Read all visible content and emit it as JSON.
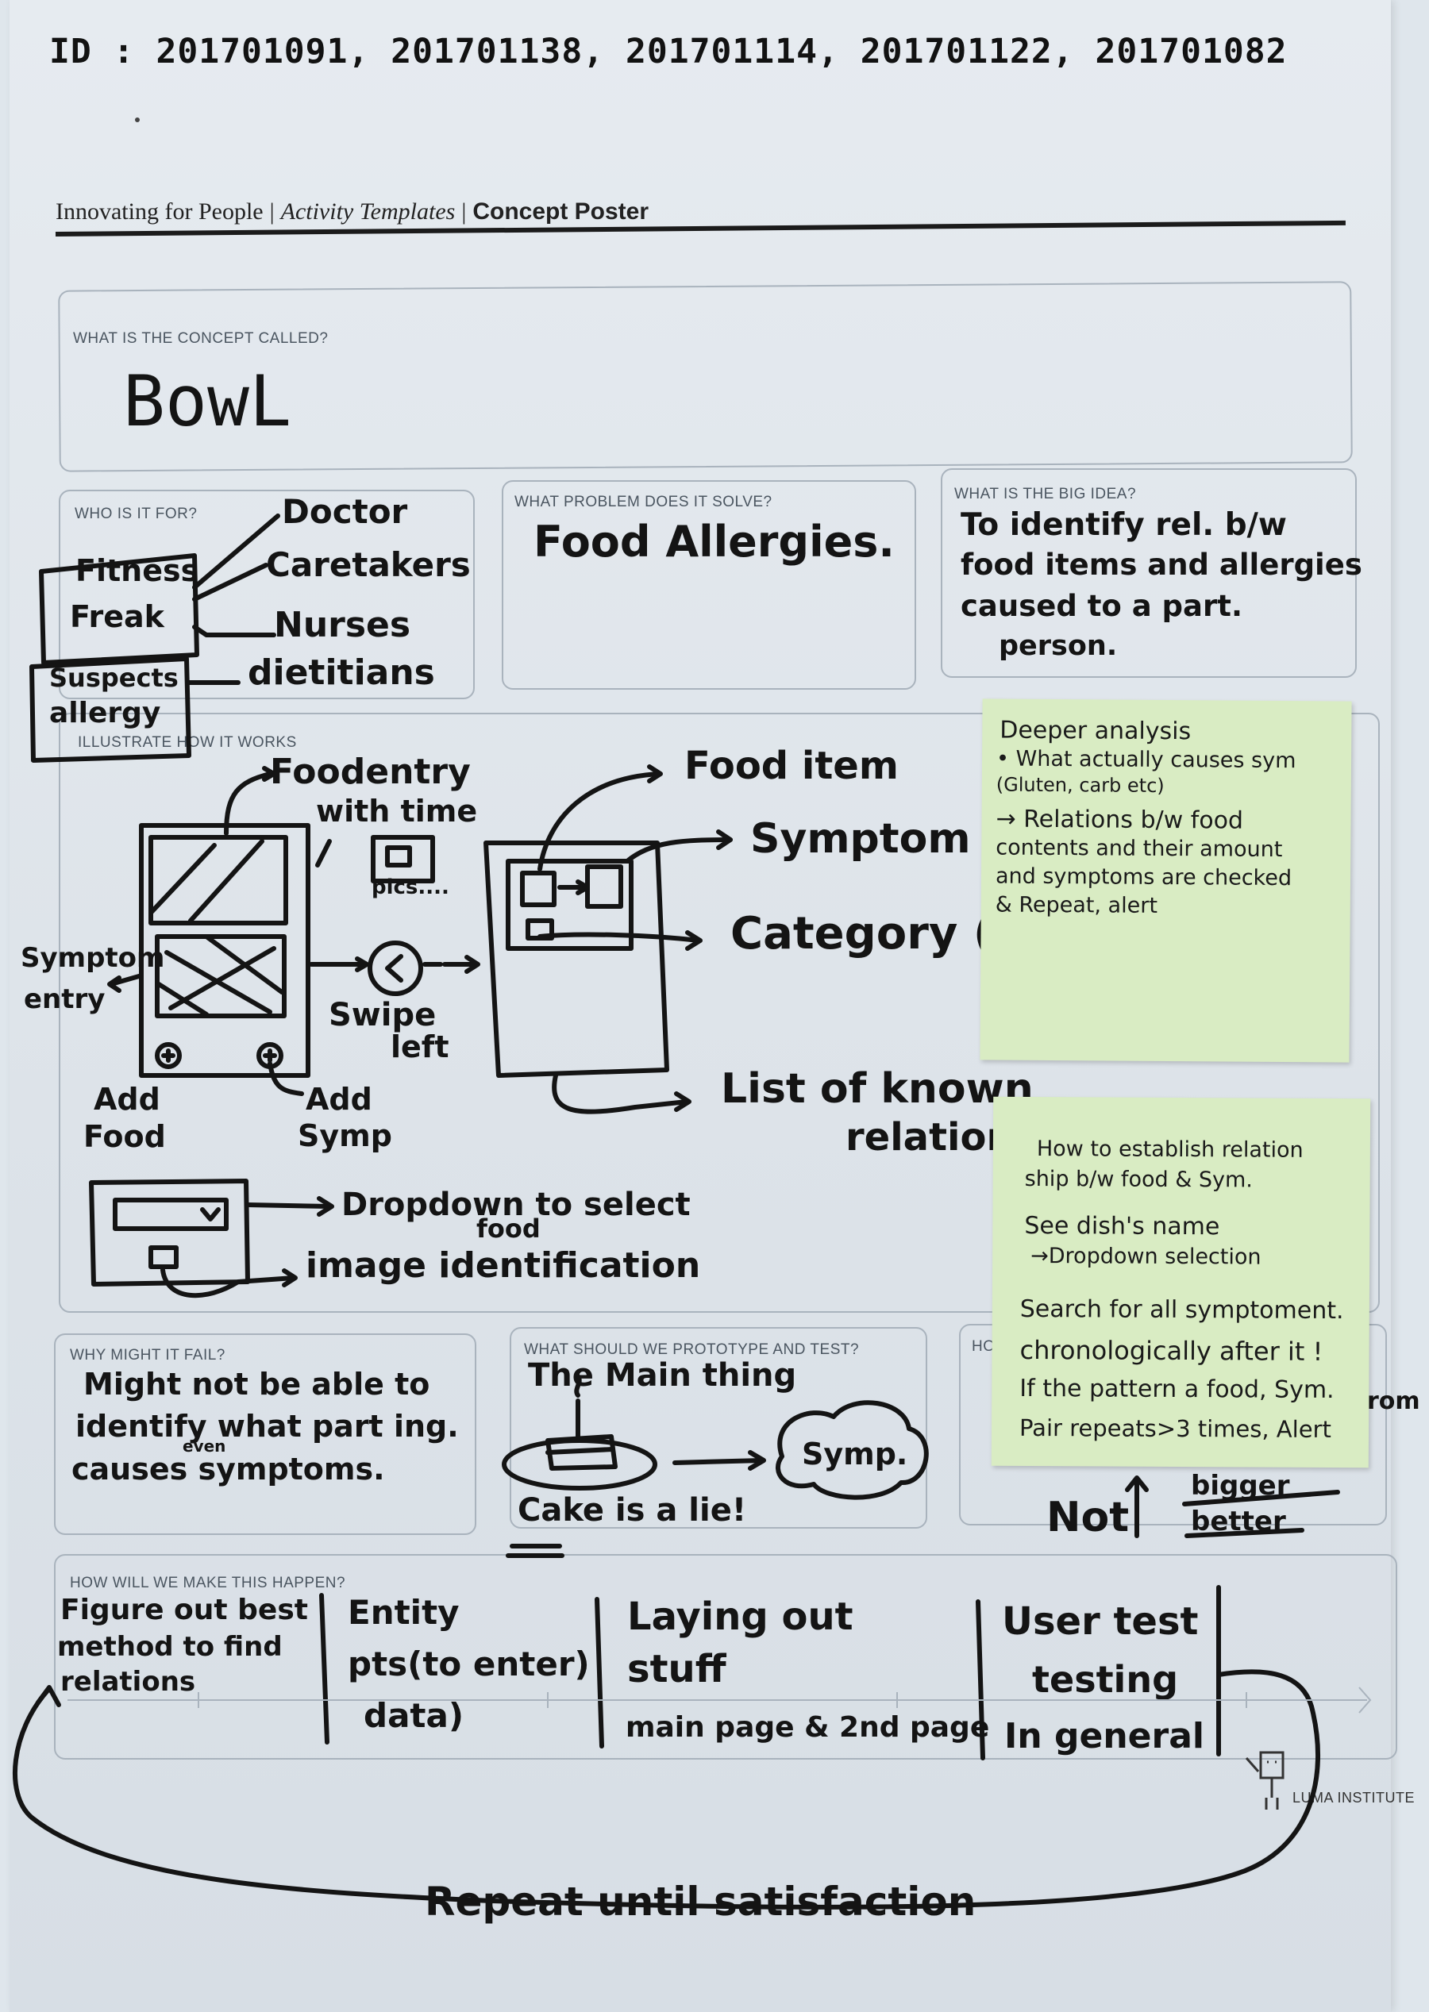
{
  "ids_line": "ID : 201701091, 201701138, 201701114, 201701122, 201701082",
  "header": {
    "part1": "Innovating for People",
    "part2": "Activity Templates",
    "part3": "Concept Poster"
  },
  "concept": {
    "label": "WHAT IS THE CONCEPT CALLED?",
    "name": "BowL"
  },
  "who": {
    "label": "WHO IS IT FOR?",
    "left": [
      "Fitness",
      "Freak",
      "Suspects",
      "allergy"
    ],
    "right": [
      "Doctor",
      "Caretakers",
      "Nurses",
      "dietitians"
    ]
  },
  "problem": {
    "label": "WHAT PROBLEM DOES IT SOLVE?",
    "text": "Food Allergies."
  },
  "idea": {
    "label": "WHAT IS THE BIG IDEA?",
    "lines": [
      "To identify rel. b/w",
      "food items and allergies",
      "caused to a part.",
      "person."
    ]
  },
  "illustrate": {
    "label": "ILLUSTRATE HOW IT WORKS",
    "food_entry": "Foodentry",
    "with_time": "with time",
    "pics": "pics....",
    "symptom_entry": [
      "Symptom",
      "entry"
    ],
    "swipe_left": [
      "Swipe",
      "left"
    ],
    "add_food": [
      "Add",
      "Food"
    ],
    "add_symp": [
      "Add",
      "Symp"
    ],
    "food_item": "Food item",
    "symptom": "Symptom",
    "category": "Category (?)",
    "list_known": [
      "List of known",
      "relations"
    ],
    "dropdown": "Dropdown to select",
    "food": "food",
    "image_id": "image identification"
  },
  "sticky1": {
    "lines": [
      "Deeper analysis",
      "• What actually causes sym",
      "  (Gluten, carb etc)",
      "→ Relations b/w food",
      "  contents and their amount",
      "  and symptoms are checked",
      "  & Repeat, alert"
    ]
  },
  "sticky2": {
    "lines": [
      "How to establish relation",
      "ship b/w food & Sym.",
      "See dish's name",
      "  →Dropdown selection",
      "Search for all symptoment.",
      "chronologically after it !",
      "If the pattern a food, Sym.",
      "Pair repeats>3 times, Alert"
    ],
    "overflow_tail": "rom"
  },
  "fail": {
    "label": "WHY MIGHT IT FAIL?",
    "lines": [
      "Might not be able to",
      "identify what part ing.",
      "causes symptoms."
    ],
    "caret_note": "even"
  },
  "prototype": {
    "label": "WHAT SHOULD WE PROTOTYPE AND TEST?",
    "text": "The Main thing",
    "cake_note": "Cake is a lie!",
    "symp_bubble": "Symp."
  },
  "measure": {
    "label_fragment": "HO",
    "under_text": "Not",
    "bigger": "bigger",
    "better": "better"
  },
  "happen": {
    "label": "HOW WILL WE MAKE THIS HAPPEN?",
    "steps": [
      [
        "Figure out best",
        "method to find",
        "relations"
      ],
      [
        "Entity",
        "pts(to enter)",
        "data)"
      ],
      [
        "Laying out",
        "stuff",
        "main page & 2nd page"
      ],
      [
        "User test",
        "testing",
        "In general"
      ]
    ],
    "loop_note": "Repeat until satisfaction"
  },
  "footer": {
    "luma": "LUMA INSTITUTE"
  }
}
